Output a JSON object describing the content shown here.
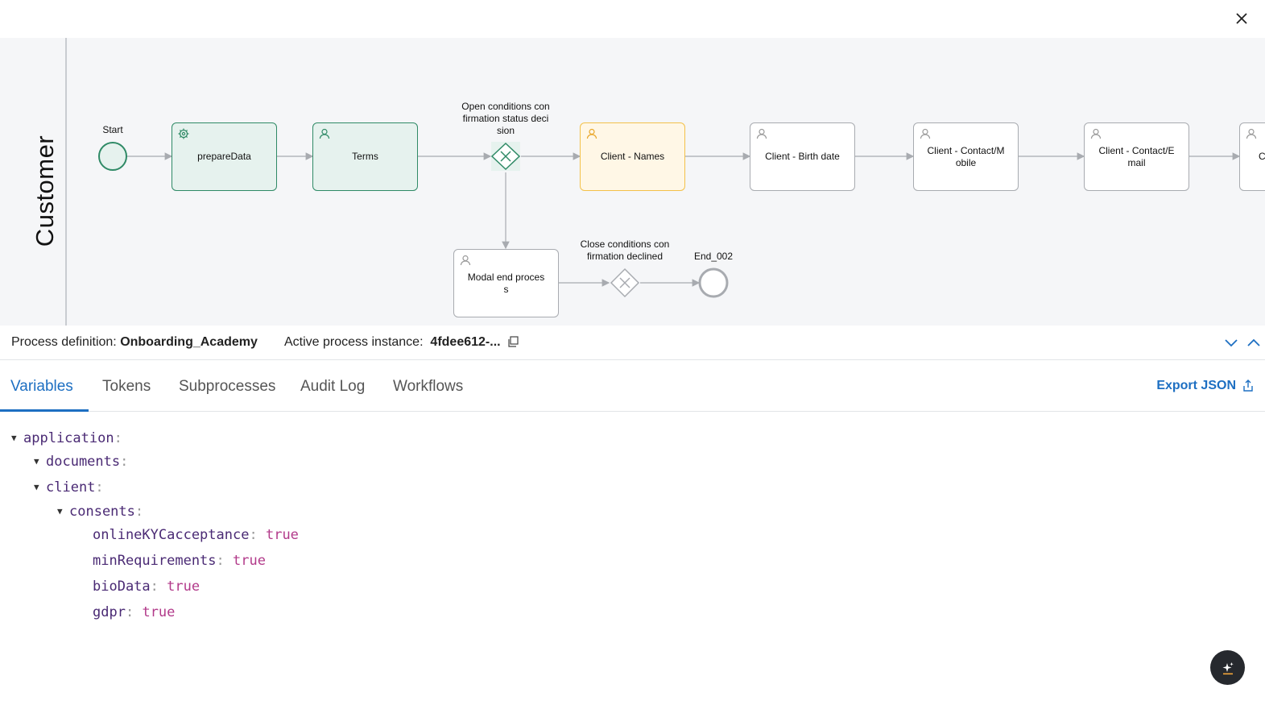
{
  "lane": {
    "title": "Customer"
  },
  "diagram": {
    "start_label": "Start",
    "prepare_data": "prepareData",
    "terms": "Terms",
    "gateway_open_label": "Open conditions con firmation status deci sion",
    "client_names": "Client - Names",
    "client_birth": "Client - Birth date",
    "client_mobile": "Client - Contact/M obile",
    "client_email": "Client - Contact/E mail",
    "client_next": "C",
    "modal_end": "Modal end proces s",
    "gateway_close_label": "Close conditions con firmation declined",
    "end_label": "End_002"
  },
  "info": {
    "definition_label": "Process definition:",
    "definition_value": "Onboarding_Academy",
    "instance_label": "Active process instance:",
    "instance_value": "4fdee612-..."
  },
  "tabs": {
    "variables": "Variables",
    "tokens": "Tokens",
    "subprocesses": "Subprocesses",
    "audit_log": "Audit Log",
    "workflows": "Workflows",
    "export": "Export JSON"
  },
  "tree": {
    "application": "application",
    "documents": "documents",
    "client": "client",
    "consents": "consents",
    "k1": "onlineKYCacceptance",
    "v1": "true",
    "k2": "minRequirements",
    "v2": "true",
    "k3": "bioData",
    "v3": "true",
    "k4": "gdpr",
    "v4": "true",
    "colon": ":"
  },
  "colors": {
    "accent": "#1d6fc2",
    "green": "#2f8a66",
    "yellow": "#f3c14a"
  },
  "icons": [
    "close-icon",
    "gear-icon",
    "user-icon",
    "copy-icon",
    "chevron-down-icon",
    "chevron-up-icon",
    "share-icon",
    "sparkle-icon"
  ]
}
